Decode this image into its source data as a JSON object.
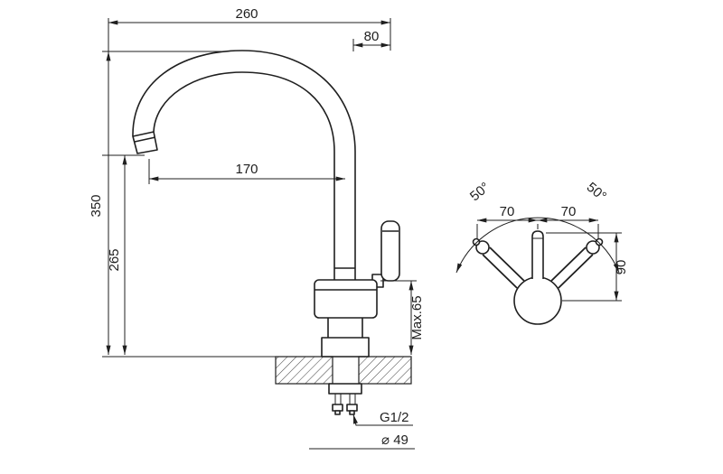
{
  "drawing": {
    "type": "faucet technical dimension drawing",
    "line_color": "#1f1f1f",
    "background": "#ffffff"
  },
  "side_view": {
    "dim_overall_width": "260",
    "dim_handle_offset": "80",
    "dim_overall_height": "350",
    "dim_spout_height": "265",
    "dim_spout_reach": "170",
    "dim_max_deck": "Max.65",
    "label_thread": "G1/2",
    "label_base_diameter": "⌀ 49"
  },
  "top_view": {
    "dim_swing_left": "50°",
    "dim_swing_right": "50°",
    "dim_lever_left": "70",
    "dim_lever_right": "70",
    "dim_lever_height": "90"
  }
}
